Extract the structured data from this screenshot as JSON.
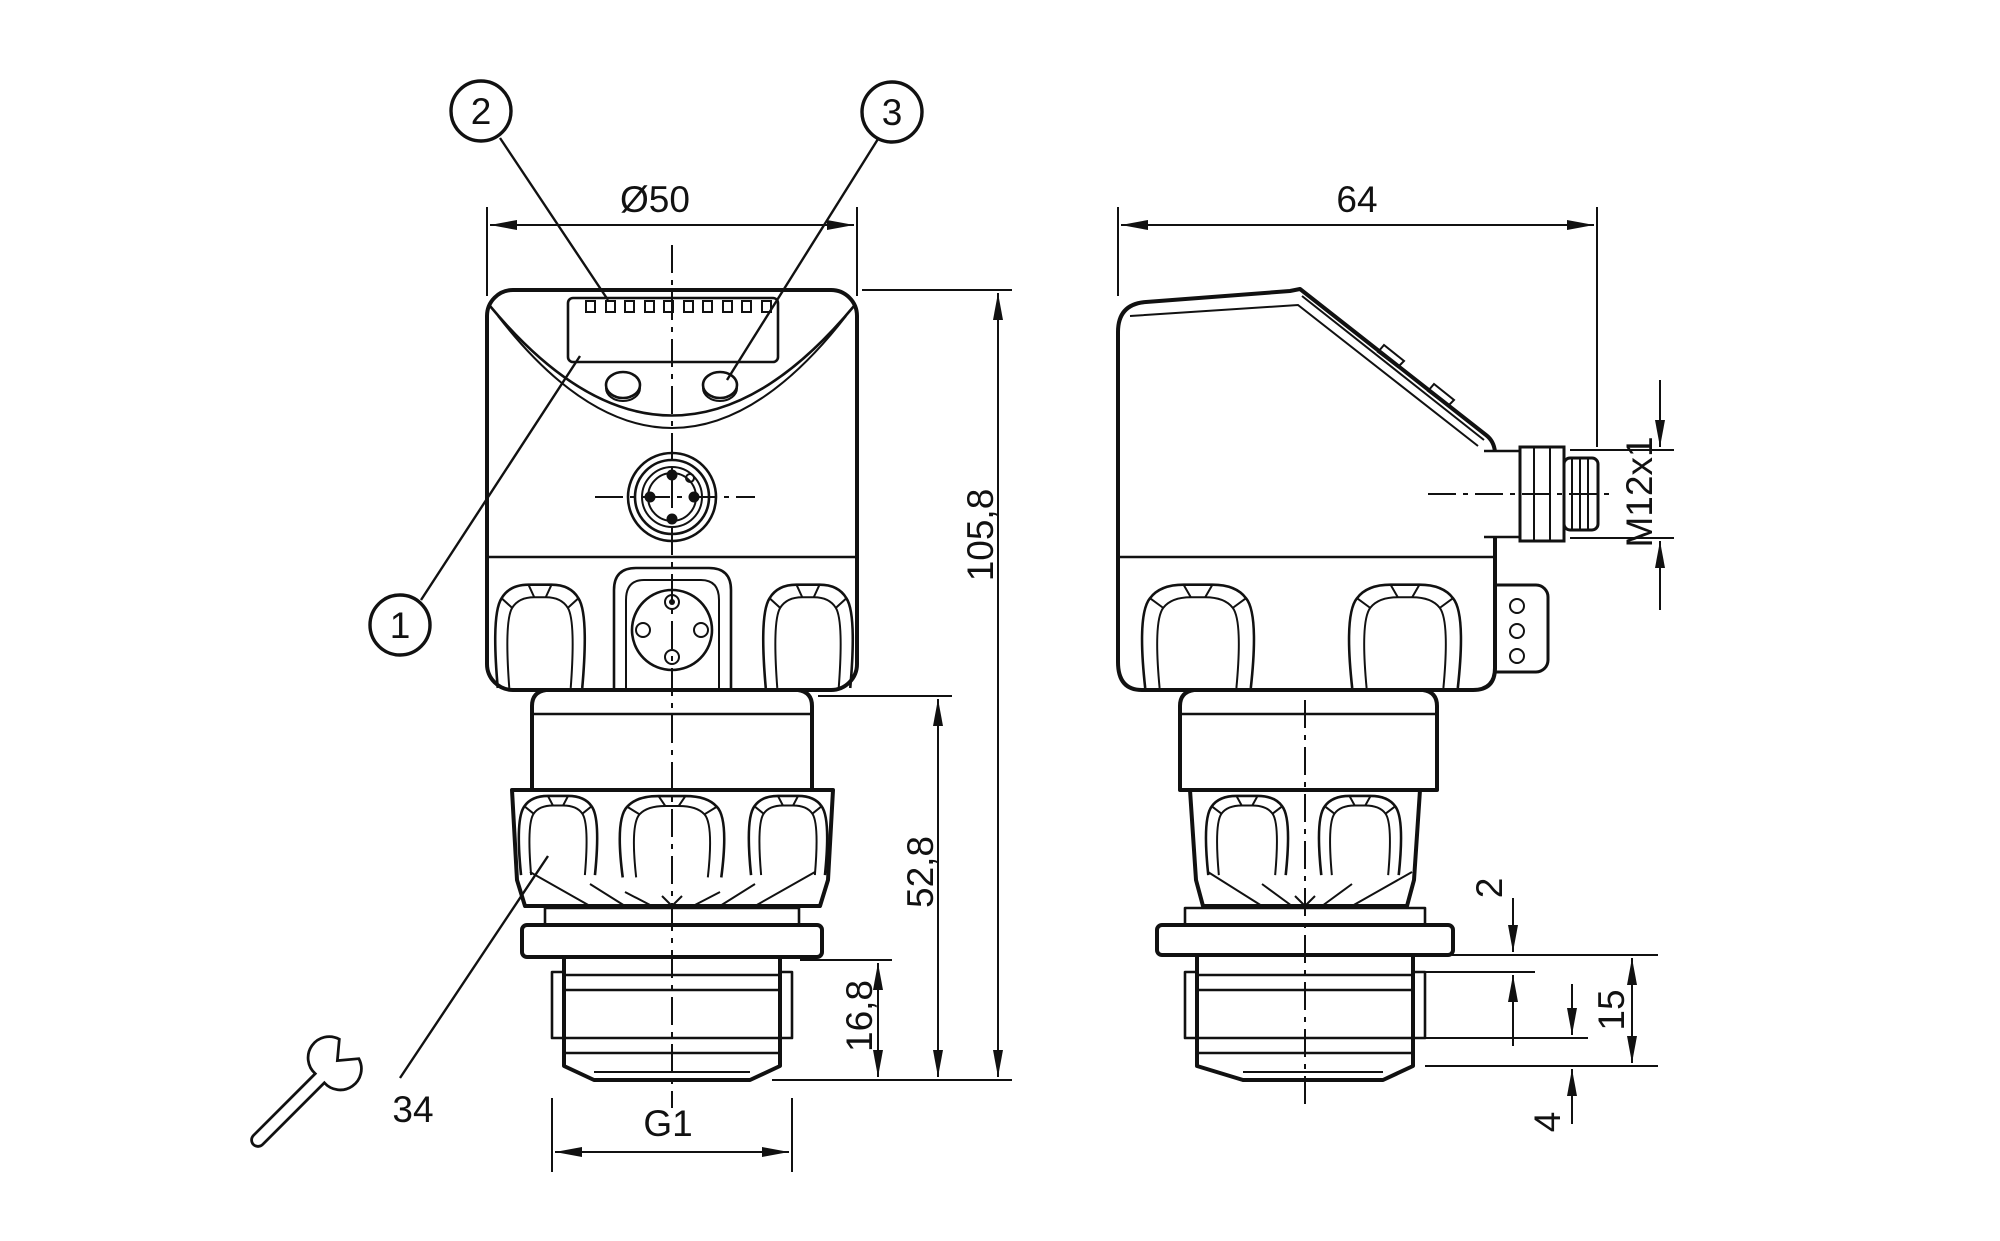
{
  "drawing": {
    "front_view": {
      "diameter": "Ø50",
      "total_height": "105,8",
      "lower_height": "52,8",
      "thread_length": "16,8",
      "process_connection": "G1",
      "wrench_size": "34"
    },
    "side_view": {
      "depth": "64",
      "connector_thread": "M12x1",
      "collar_offset": "2",
      "thread_length": "15",
      "tip_length": "4"
    },
    "callouts": {
      "c1": "1",
      "c2": "2",
      "c3": "3"
    }
  }
}
